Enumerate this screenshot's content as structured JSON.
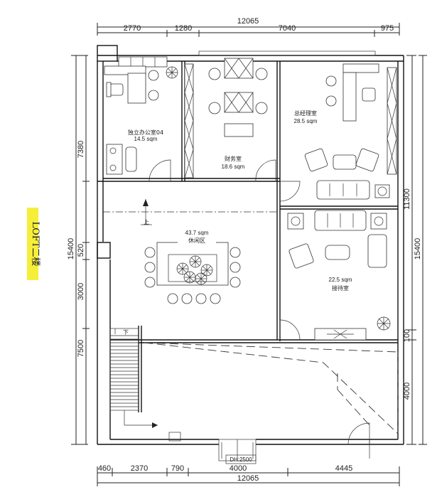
{
  "dimensions": {
    "top_total": "12065",
    "top_segments": [
      "2770",
      "1280",
      "7040",
      "975"
    ],
    "bottom_segments": [
      "460",
      "2370",
      "790",
      "4000",
      "4445"
    ],
    "bottom_total": "12065",
    "left_outer": "15400",
    "left_segments": [
      "7380",
      "520",
      "3000",
      "7500"
    ],
    "right_outer": "15400",
    "right_segments": [
      "11300",
      "100",
      "4000"
    ]
  },
  "rooms": {
    "office": {
      "name": "独立办公室04",
      "area": "14.5 sqm"
    },
    "finance": {
      "name": "财务室",
      "area": "18.6 sqm"
    },
    "gm": {
      "name": "总经理室",
      "area": "28.5 sqm"
    },
    "lounge": {
      "area": "43.7 sqm",
      "name": "休闲区"
    },
    "reception": {
      "area": "22.5 sqm",
      "name": "接待室"
    }
  },
  "door_label": "DH:2500",
  "stair_label": "上",
  "stair_label_2": "下",
  "loft_label": "LOFT二楼"
}
